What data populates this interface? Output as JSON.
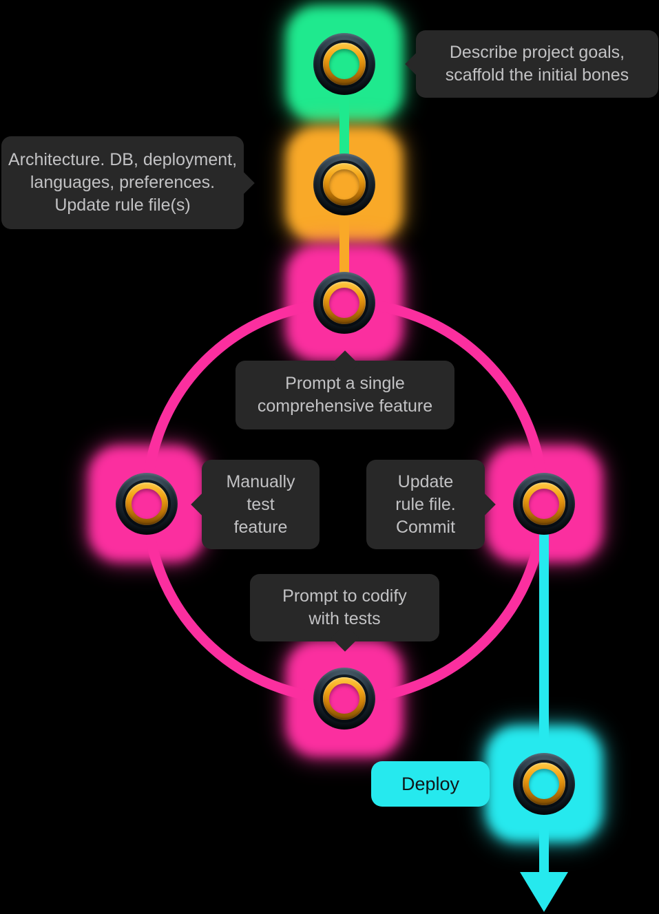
{
  "diagram": {
    "background": "#000000",
    "steps": [
      {
        "id": "scaffold",
        "node_color": "#1fe98e",
        "label": "Describe project goals,\nscaffold the initial bones"
      },
      {
        "id": "architecture",
        "node_color": "#f9a928",
        "label": "Architecture. DB, deployment,\nlanguages, preferences.\nUpdate rule file(s)"
      },
      {
        "id": "feature-prompt",
        "node_color": "#fb2f9f",
        "label": "Prompt a single\ncomprehensive feature"
      },
      {
        "id": "manual-test",
        "node_color": "#fb2f9f",
        "label": "Manually\ntest\nfeature"
      },
      {
        "id": "update-rules-commit",
        "node_color": "#fb2f9f",
        "label": "Update\nrule file.\nCommit"
      },
      {
        "id": "codify-tests",
        "node_color": "#fb2f9f",
        "label": "Prompt to codify\nwith tests"
      },
      {
        "id": "deploy",
        "node_color": "#26e9ee",
        "label": "Deploy"
      }
    ],
    "colors": {
      "green": "#1fe98e",
      "orange": "#f9a928",
      "pink": "#fb2f9f",
      "cyan": "#26e9ee",
      "tooltip_bg": "#282828",
      "tooltip_text": "#c2c2c4",
      "deploy_text": "#101619",
      "ring_dark": "#1b2832",
      "ring_gold": "#f3a416"
    }
  }
}
